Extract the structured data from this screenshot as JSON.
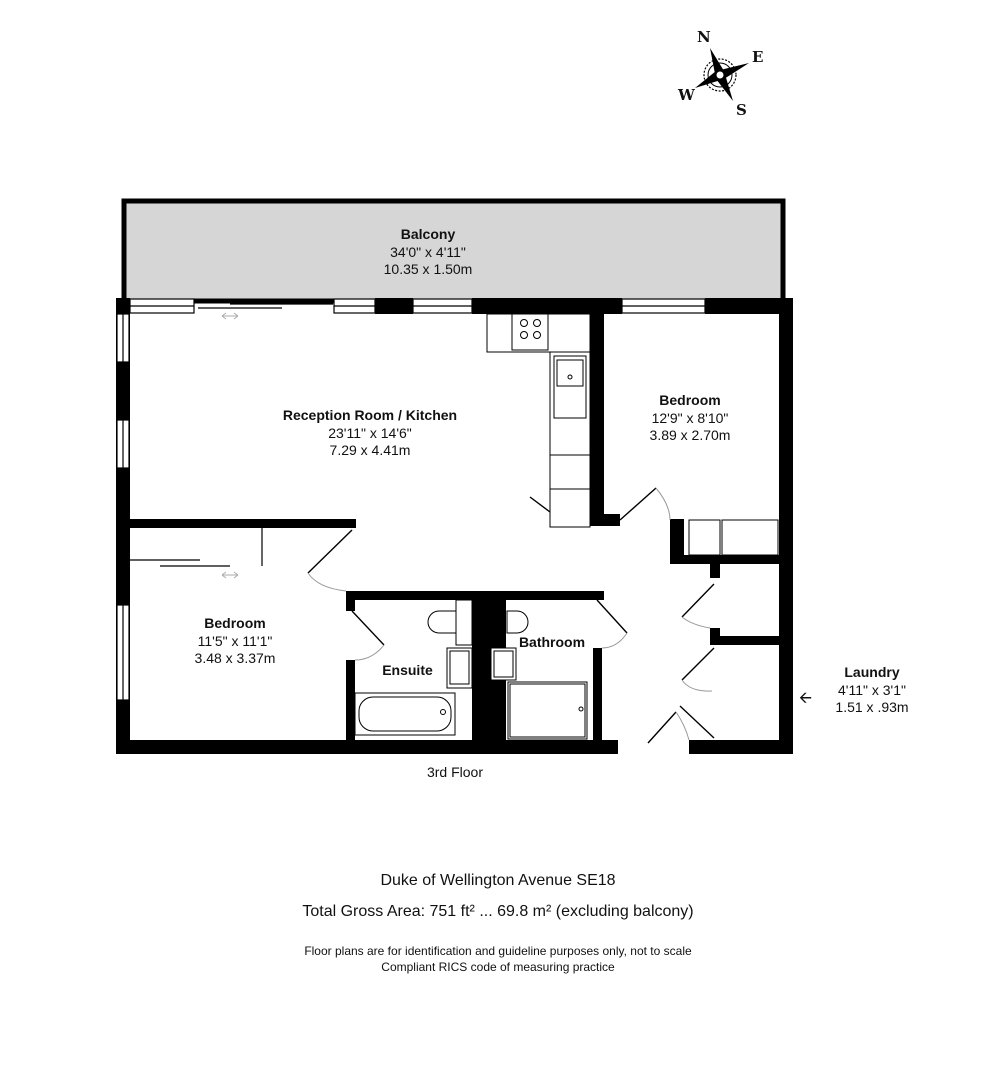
{
  "compass": {
    "n": "N",
    "e": "E",
    "s": "S",
    "w": "W"
  },
  "rooms": {
    "balcony": {
      "name": "Balcony",
      "imperial": "34'0\" x 4'11\"",
      "metric": "10.35 x 1.50m"
    },
    "reception": {
      "name": "Reception Room / Kitchen",
      "imperial": "23'11\" x 14'6\"",
      "metric": "7.29 x 4.41m"
    },
    "bedroom1": {
      "name": "Bedroom",
      "imperial": "12'9\" x 8'10\"",
      "metric": "3.89 x 2.70m"
    },
    "bedroom2": {
      "name": "Bedroom",
      "imperial": "11'5\" x 11'1\"",
      "metric": "3.48 x 3.37m"
    },
    "ensuite": {
      "name": "Ensuite"
    },
    "bathroom": {
      "name": "Bathroom"
    },
    "laundry": {
      "name": "Laundry",
      "imperial": "4'11\" x 3'1\"",
      "metric": "1.51 x .93m"
    }
  },
  "floor_label": "3rd Floor",
  "footer": {
    "address": "Duke of Wellington Avenue SE18",
    "area": "Total Gross Area: 751 ft² ... 69.8 m² (excluding balcony)",
    "disclaimer_line1": "Floor plans are for identification and guideline purposes only, not to scale",
    "disclaimer_line2": "Compliant RICS code of measuring practice"
  },
  "colors": {
    "wall": "#000000",
    "balcony_fill": "#d6d6d6",
    "background": "#ffffff",
    "swing": "#9a9a9a"
  }
}
